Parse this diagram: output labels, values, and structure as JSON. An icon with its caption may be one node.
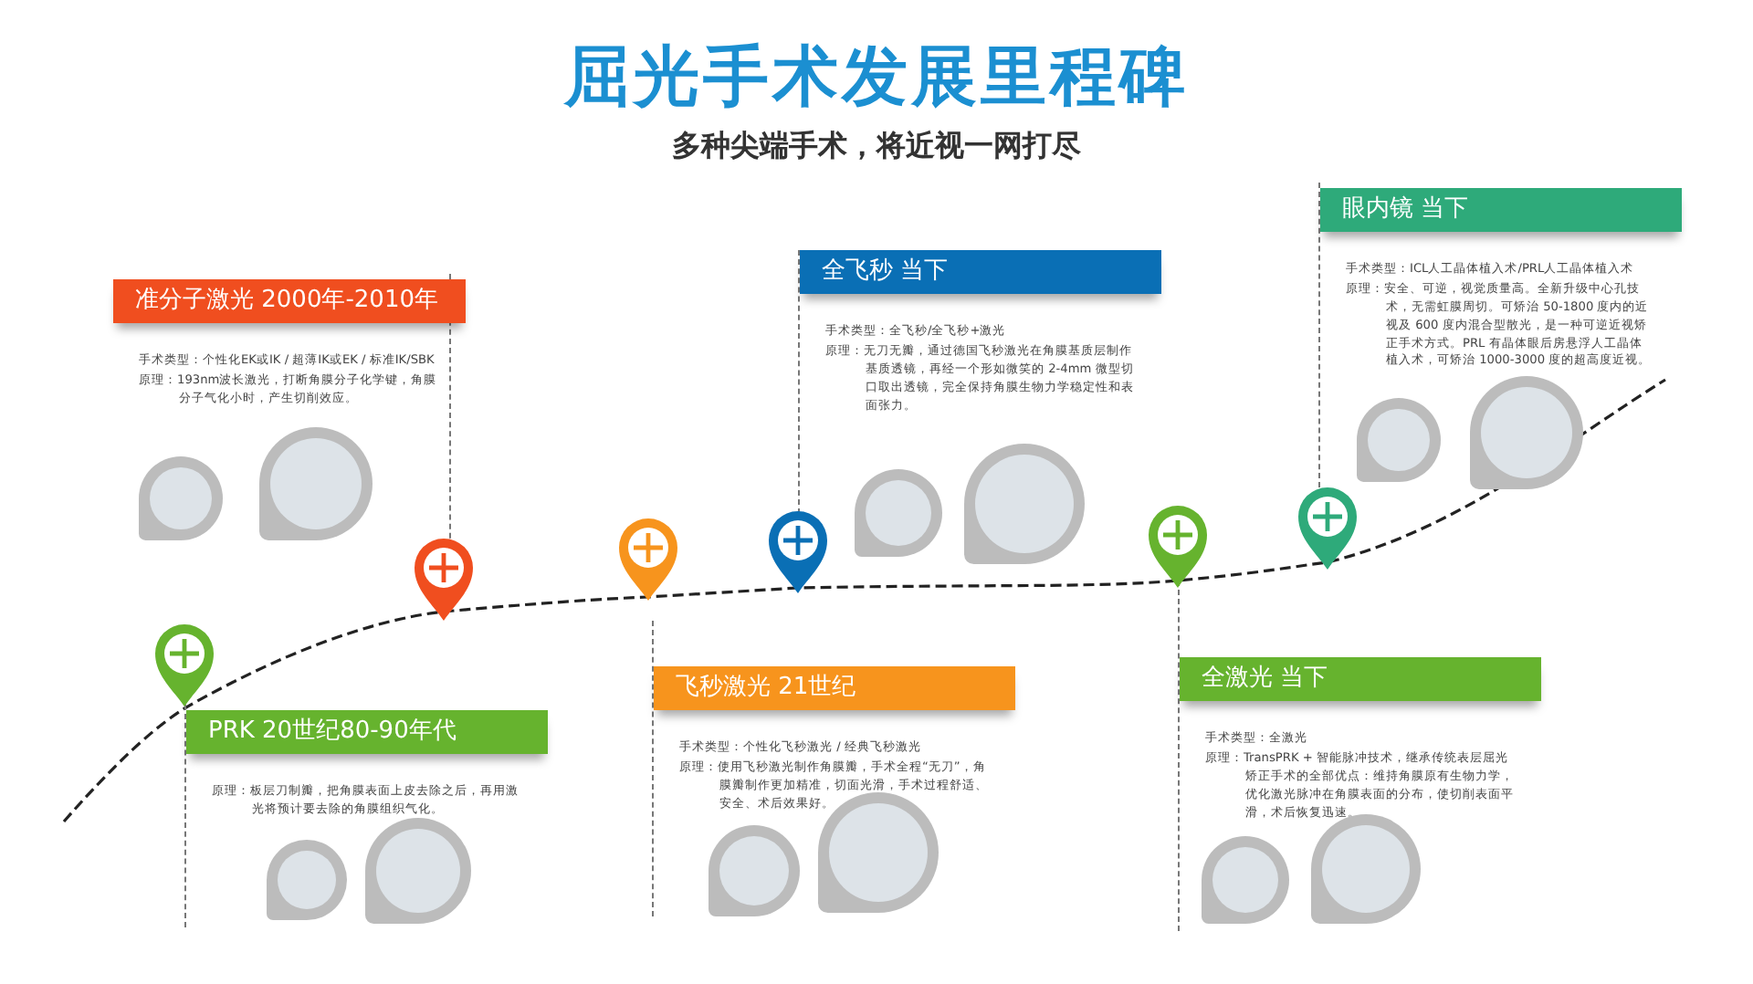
{
  "diagram": {
    "title": "屈光手术发展里程碑",
    "nodes": [
      {
        "text": [
          "准分子激光 2000年-2010年",
          "手术类型：个性化EK或IK / 超薄IK或EK / 标准IK/SBK",
          "原理：193nm波长激光，打断角膜分子化学键，角膜分子气化小时，产生切削效应。"
        ]
      },
      {
        "text": [
          "PRK 20世纪80-90年代",
          "原理：板层刀制瓣，把角膜表面上皮去除之后，再用激光将预计要去除的角膜组织气化。"
        ]
      },
      {
        "text": [
          "飞秒激光 21世纪",
          "手术类型：个性化飞秒激光 / 经典飞秒激光",
          "原理：使用飞秒激光制作角膜瓣，手术全程“无刀”，角膜瓣制作更加精准，切面光滑，手术过程舒适、安全、术后效果好。"
        ]
      },
      {
        "text": [
          "全飞秒 当下",
          "手术类型：全飞秒/全飞秒+激光",
          "原理：无刀无瓣，通过德国飞秒激光在角膜基质层制作基质透镜，再经一个形如微笑的 2-4mm 微型切口取出透镜，完全保持角膜生物力学稳定性和表面张力。"
        ]
      },
      {
        "text": [
          "全激光 当下",
          "手术类型：全激光",
          "原理：TransPRK + 智能脉冲技术，继承传统表层屈光矫正手术的全部优点：维持角膜原有生物力学，优化激光脉冲在角膜表面的分布，使切削表面平滑，术后恢复迅速。"
        ]
      },
      {
        "text": [
          "眼内镜 当下",
          "手术类型：ICL人工晶体植入术/PRL人工晶体植入术",
          "原理：安全、可逆，视觉质量高。全新升级中心孔技术，无需虹膜周切。可矫治 50-1800 度内的近视及 600 度内混合型散光，是一种可逆近视矫正手术方式。PRL 有晶体眼后房悬浮人工晶体植入术，可矫治 1000-3000 度的超高度近视。"
        ]
      }
    ],
    "labels": [
      "多种尖端手术，将近视一网打尽"
    ]
  }
}
